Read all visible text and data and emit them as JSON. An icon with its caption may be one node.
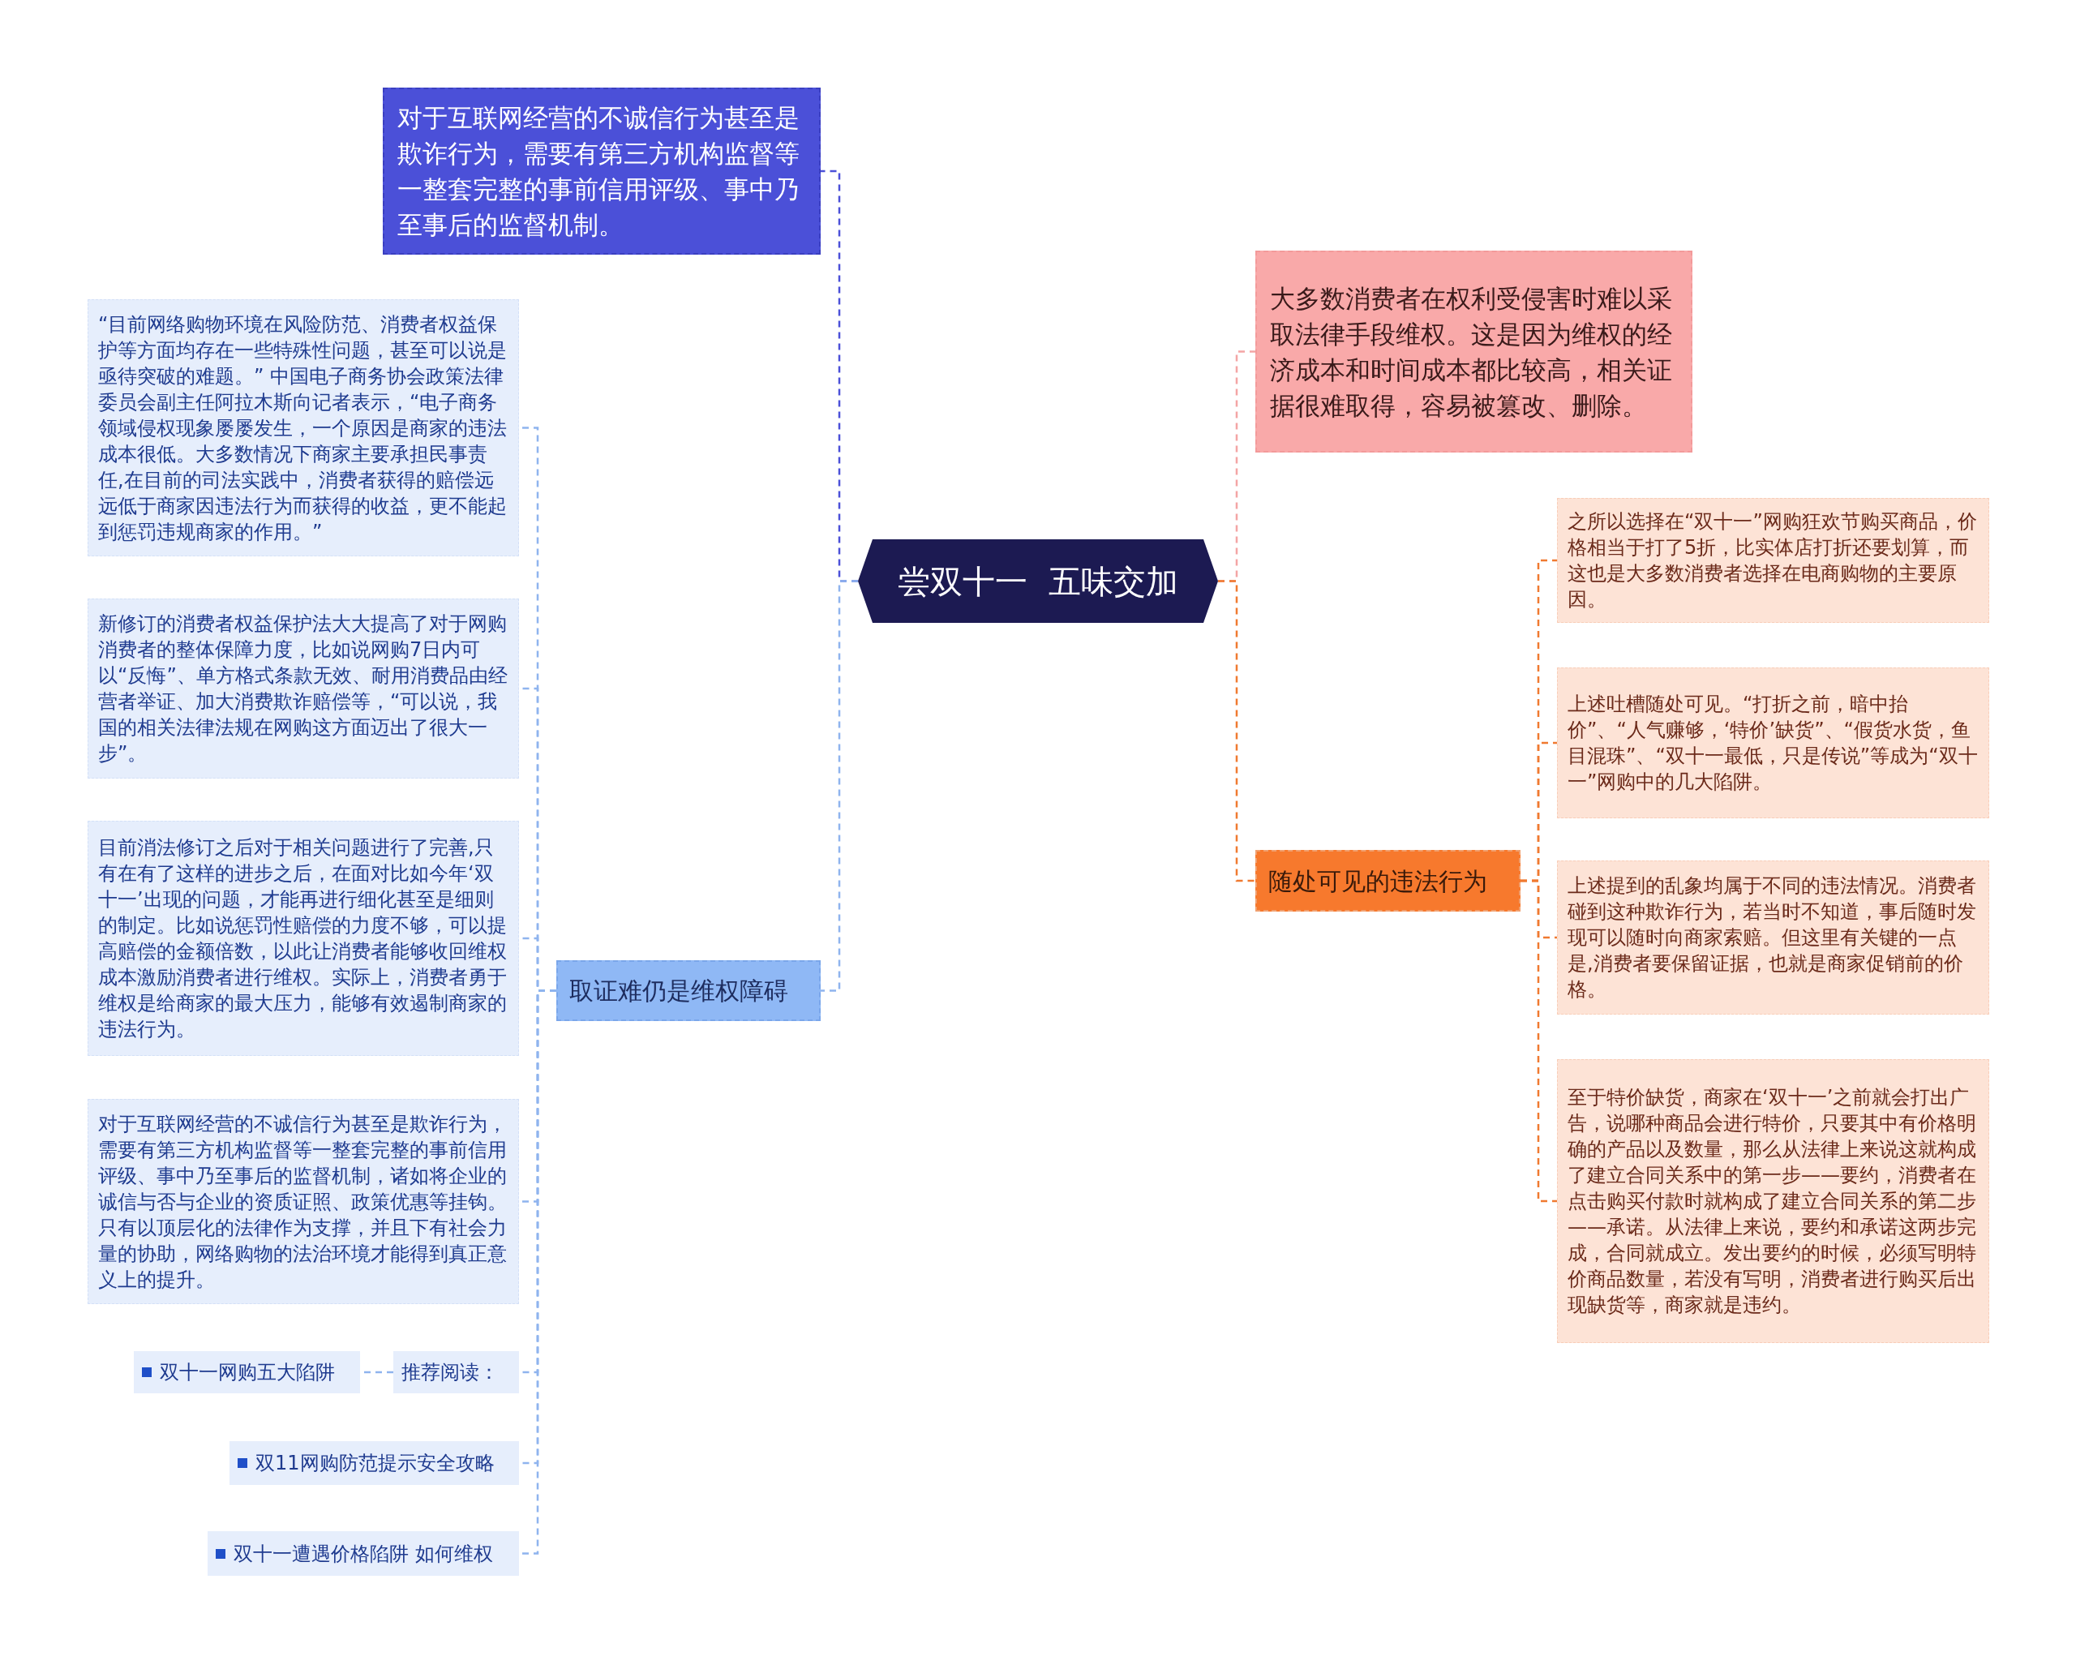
{
  "diagram": {
    "nodes": [
      {
        "text": [
          "尝双十一  五味交加"
        ]
      },
      {
        "text": [
          "对于互联网经营的不诚信行为甚至是欺诈行为，需要有第三方机构监督等一整套完整的事前信用评级、事中乃至事后的监督机制。"
        ]
      },
      {
        "text": [
          "取证难仍是维权障碍"
        ]
      },
      {
        "text": [
          "“目前网络购物环境在风险防范、消费者权益保护等方面均存在一些特殊性问题，甚至可以说是亟待突破的难题。” 中国电子商务协会政策法律委员会副主任阿拉木斯向记者表示，“电子商务领域侵权现象屡屡发生，一个原因是商家的违法成本很低。大多数情况下商家主要承担民事责任,在目前的司法实践中，消费者获得的赔偿远远低于商家因违法行为而获得的收益，更不能起到惩罚违规商家的作用。”"
        ]
      },
      {
        "text": [
          "新修订的消费者权益保护法大大提高了对于网购消费者的整体保障力度，比如说网购7日内可以“反悔”、单方格式条款无效、耐用消费品由经营者举证、加大消费欺诈赔偿等，“可以说，我国的相关法律法规在网购这方面迈出了很大一步”。"
        ]
      },
      {
        "text": [
          "目前消法修订之后对于相关问题进行了完善,只有在有了这样的进步之后，在面对比如今年‘双十一’出现的问题，才能再进行细化甚至是细则的制定。比如说惩罚性赔偿的力度不够，可以提高赔偿的金额倍数，以此让消费者能够收回维权成本激励消费者进行维权。实际上，消费者勇于维权是给商家的最大压力，能够有效遏制商家的违法行为。"
        ]
      },
      {
        "text": [
          "对于互联网经营的不诚信行为甚至是欺诈行为，需要有第三方机构监督等一整套完整的事前信用评级、事中乃至事后的监督机制，诸如将企业的诚信与否与企业的资质证照、政策优惠等挂钩。只有以顶层化的法律作为支撑，并且下有社会力量的协助，网络购物的法治环境才能得到真正意义上的提升。"
        ]
      },
      {
        "text": [
          "推荐阅读："
        ]
      },
      {
        "text": [
          "双十一网购五大陷阱"
        ]
      },
      {
        "text": [
          "双11网购防范提示安全攻略"
        ]
      },
      {
        "text": [
          "双十一遭遇价格陷阱 如何维权"
        ]
      },
      {
        "text": [
          "大多数消费者在权利受侵害时难以采取法律手段维权。这是因为维权的经济成本和时间成本都比较高，相关证据很难取得，容易被篡改、删除。"
        ]
      },
      {
        "text": [
          "随处可见的违法行为"
        ]
      },
      {
        "text": [
          "之所以选择在“双十一”网购狂欢节购买商品，价格相当于打了5折，比实体店打折还要划算，而这也是大多数消费者选择在电商购物的主要原因。"
        ]
      },
      {
        "text": [
          "上述吐槽随处可见。“打折之前，暗中抬价”、“人气赚够，‘特价’缺货”、“假货水货，鱼目混珠”、“双十一最低，只是传说”等成为“双十一”网购中的几大陷阱。"
        ]
      },
      {
        "text": [
          "上述提到的乱象均属于不同的违法情况。消费者碰到这种欺诈行为，若当时不知道，事后随时发现可以随时向商家索赔。但这里有关键的一点是,消费者要保留证据，也就是商家促销前的价格。"
        ]
      },
      {
        "text": [
          "至于特价缺货，商家在‘双十一’之前就会打出广告，说哪种商品会进行特价，只要其中有价格明确的产品以及数量，那么从法律上来说这就构成了建立合同关系中的第一步——要约，消费者在点击购买付款时就构成了建立合同关系的第二步——承诺。从法律上来说，要约和承诺这两步完成，合同就成立。发出要约的时候，必须写明特价商品数量，若没有写明，消费者进行购买后出现缺货等，商家就是违约。"
        ]
      }
    ],
    "edges": [
      {
        "from": 0,
        "to": 1,
        "arrow": "none",
        "color": "#4b50d8"
      },
      {
        "from": 0,
        "to": 2,
        "arrow": "none"
      },
      {
        "from": 2,
        "to": 3,
        "arrow": "none"
      },
      {
        "from": 2,
        "to": 4,
        "arrow": "none"
      },
      {
        "from": 2,
        "to": 5,
        "arrow": "none"
      },
      {
        "from": 2,
        "to": 6,
        "arrow": "none"
      },
      {
        "from": 2,
        "to": 7,
        "arrow": "none"
      },
      {
        "from": 7,
        "to": 8,
        "arrow": "none"
      },
      {
        "from": 2,
        "to": 9,
        "arrow": "none"
      },
      {
        "from": 2,
        "to": 10,
        "arrow": "none"
      },
      {
        "from": 0,
        "to": 11,
        "arrow": "none",
        "color": "#f4a5a5"
      },
      {
        "from": 0,
        "to": 12,
        "arrow": "none",
        "color": "#f07a30"
      },
      {
        "from": 12,
        "to": 13,
        "arrow": "none",
        "color": "#f07a30"
      },
      {
        "from": 12,
        "to": 14,
        "arrow": "none",
        "color": "#f07a30"
      },
      {
        "from": 12,
        "to": 15,
        "arrow": "none",
        "color": "#f07a30"
      },
      {
        "from": 12,
        "to": 16,
        "arrow": "none",
        "color": "#f07a30"
      }
    ]
  }
}
